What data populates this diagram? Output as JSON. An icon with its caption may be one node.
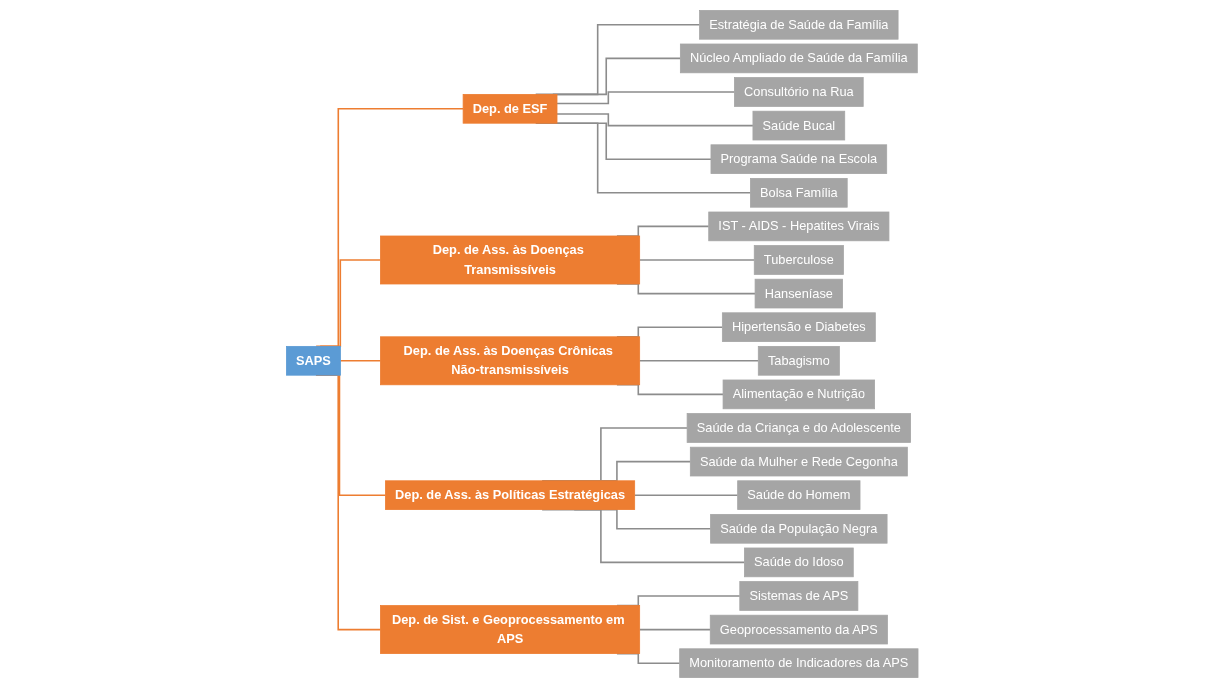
{
  "diagram": {
    "nodes": [
      {
        "text": [
          "SAPS"
        ]
      },
      {
        "text": [
          "Dep. de ESF"
        ]
      },
      {
        "text": [
          "Dep. de Ass. às Doenças Transmissíveis"
        ]
      },
      {
        "text": [
          "Dep. de Ass. às Doenças Crônicas Não-transmissíveis"
        ]
      },
      {
        "text": [
          "Dep. de Ass. às Políticas Estratégicas"
        ]
      },
      {
        "text": [
          "Dep. de Sist. e Geoprocessamento em APS"
        ]
      },
      {
        "text": [
          "Estratégia de Saúde da Família"
        ]
      },
      {
        "text": [
          "Núcleo Ampliado de Saúde da Família"
        ]
      },
      {
        "text": [
          "Consultório na Rua"
        ]
      },
      {
        "text": [
          "Saúde Bucal"
        ]
      },
      {
        "text": [
          "Programa Saúde na Escola"
        ]
      },
      {
        "text": [
          "Bolsa Família"
        ]
      },
      {
        "text": [
          "IST - AIDS - Hepatites Virais"
        ]
      },
      {
        "text": [
          "Tuberculose"
        ]
      },
      {
        "text": [
          "Hanseníase"
        ]
      },
      {
        "text": [
          "Hipertensão e Diabetes"
        ]
      },
      {
        "text": [
          "Tabagismo"
        ]
      },
      {
        "text": [
          "Alimentação e Nutrição"
        ]
      },
      {
        "text": [
          "Saúde da Criança e do Adolescente"
        ]
      },
      {
        "text": [
          "Saúde da Mulher e Rede Cegonha"
        ]
      },
      {
        "text": [
          "Saúde do Homem"
        ]
      },
      {
        "text": [
          "Saúde da População Negra"
        ]
      },
      {
        "text": [
          "Saúde do Idoso"
        ]
      },
      {
        "text": [
          "Sistemas de APS"
        ]
      },
      {
        "text": [
          "Geoprocessamento da APS"
        ]
      },
      {
        "text": [
          "Monitoramento de Indicadores da APS"
        ]
      }
    ],
    "edges": [
      {
        "from": 0,
        "to": 1,
        "arrow": "none",
        "color": "#ed7d31"
      },
      {
        "from": 0,
        "to": 2,
        "arrow": "none",
        "color": "#ed7d31"
      },
      {
        "from": 0,
        "to": 3,
        "arrow": "none",
        "color": "#ed7d31"
      },
      {
        "from": 0,
        "to": 4,
        "arrow": "none",
        "color": "#ed7d31"
      },
      {
        "from": 0,
        "to": 5,
        "arrow": "none",
        "color": "#ed7d31"
      },
      {
        "from": 1,
        "to": 6,
        "arrow": "none"
      },
      {
        "from": 1,
        "to": 7,
        "arrow": "none"
      },
      {
        "from": 1,
        "to": 8,
        "arrow": "none"
      },
      {
        "from": 1,
        "to": 9,
        "arrow": "none"
      },
      {
        "from": 1,
        "to": 10,
        "arrow": "none"
      },
      {
        "from": 1,
        "to": 11,
        "arrow": "none"
      },
      {
        "from": 2,
        "to": 12,
        "arrow": "none"
      },
      {
        "from": 2,
        "to": 13,
        "arrow": "none"
      },
      {
        "from": 2,
        "to": 14,
        "arrow": "none"
      },
      {
        "from": 3,
        "to": 15,
        "arrow": "none"
      },
      {
        "from": 3,
        "to": 16,
        "arrow": "none"
      },
      {
        "from": 3,
        "to": 17,
        "arrow": "none"
      },
      {
        "from": 4,
        "to": 18,
        "arrow": "none"
      },
      {
        "from": 4,
        "to": 19,
        "arrow": "none"
      },
      {
        "from": 4,
        "to": 20,
        "arrow": "none"
      },
      {
        "from": 4,
        "to": 21,
        "arrow": "none"
      },
      {
        "from": 4,
        "to": 22,
        "arrow": "none"
      },
      {
        "from": 5,
        "to": 23,
        "arrow": "none"
      },
      {
        "from": 5,
        "to": 24,
        "arrow": "none"
      },
      {
        "from": 5,
        "to": 25,
        "arrow": "none"
      }
    ]
  }
}
